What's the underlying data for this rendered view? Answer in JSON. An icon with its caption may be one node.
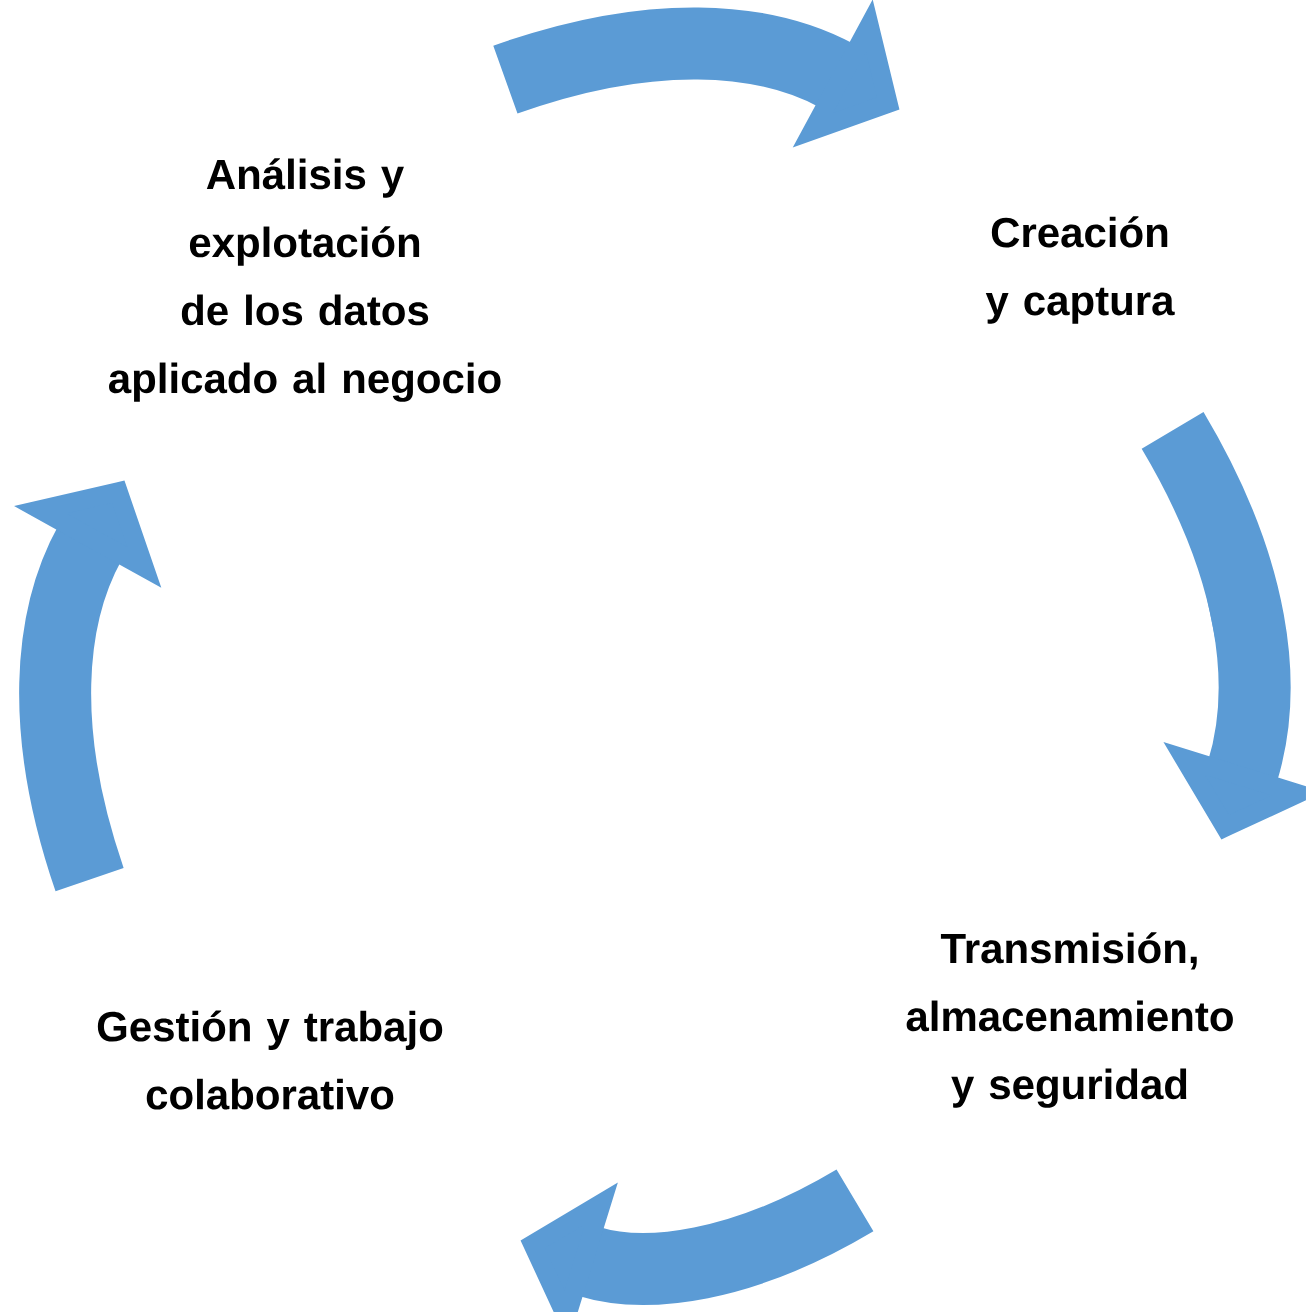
{
  "diagram": {
    "nodes": [
      {
        "text": [
          "Análisis y explotación de los datos aplicado al negocio"
        ]
      },
      {
        "text": [
          "Creación y captura"
        ]
      },
      {
        "text": [
          "Transmisión, almacenamiento y seguridad"
        ]
      },
      {
        "text": [
          "Gestión y trabajo colaborativo"
        ]
      }
    ],
    "edges": [
      {
        "from": 0,
        "to": 1,
        "arrow": "to"
      },
      {
        "from": 1,
        "to": 2,
        "arrow": "to"
      },
      {
        "from": 2,
        "to": 3,
        "arrow": "to"
      },
      {
        "from": 3,
        "to": 0,
        "arrow": "to"
      }
    ]
  }
}
